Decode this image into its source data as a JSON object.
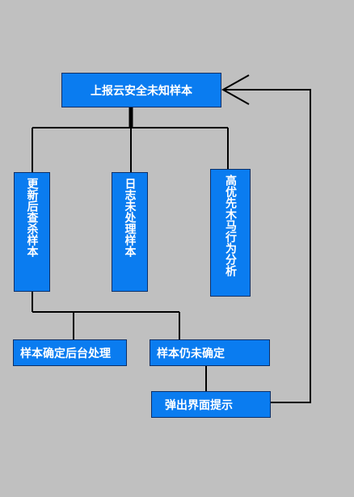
{
  "nodes": {
    "report": "上报云安全未知样本",
    "update_scan": "更新后查杀样本",
    "log_sample": "日志未处理样本",
    "trojan_behavior": "高优先木马行为分析",
    "backend_confirmed": "样本确定后台处理",
    "still_unconfirmed": "样本仍未确定",
    "popup_hint": "弹出界面提示"
  },
  "colors": {
    "background": "#c0c0c0",
    "node_fill": "#0a7cf0",
    "node_border": "#0d2f66",
    "node_text": "#ffffff",
    "line": "#000000"
  }
}
